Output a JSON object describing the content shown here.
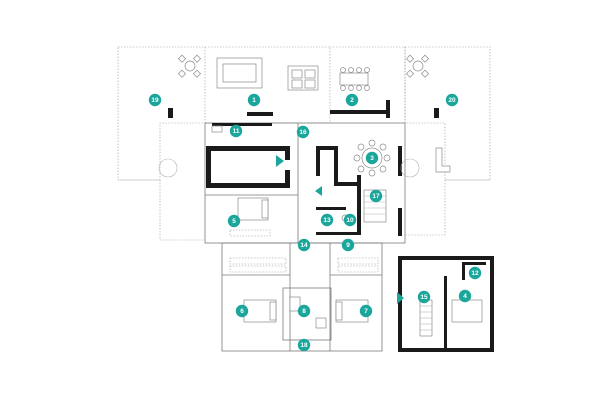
{
  "floor_plan": {
    "accent_color": "#1aa69b",
    "wall_color": "#1a1a1a",
    "room_markers": [
      {
        "id": "room-1",
        "label": "1"
      },
      {
        "id": "room-2",
        "label": "2"
      },
      {
        "id": "room-3",
        "label": "3"
      },
      {
        "id": "room-4",
        "label": "4"
      },
      {
        "id": "room-5",
        "label": "5"
      },
      {
        "id": "room-6",
        "label": "6"
      },
      {
        "id": "room-7",
        "label": "7"
      },
      {
        "id": "room-8",
        "label": "8"
      },
      {
        "id": "room-9",
        "label": "9"
      },
      {
        "id": "room-10",
        "label": "10"
      },
      {
        "id": "room-11",
        "label": "11"
      },
      {
        "id": "room-12",
        "label": "12"
      },
      {
        "id": "room-13",
        "label": "13"
      },
      {
        "id": "room-14",
        "label": "14"
      },
      {
        "id": "room-15",
        "label": "15"
      },
      {
        "id": "room-16",
        "label": "16"
      },
      {
        "id": "room-17",
        "label": "17"
      },
      {
        "id": "room-18",
        "label": "18"
      },
      {
        "id": "room-19",
        "label": "19"
      },
      {
        "id": "room-20",
        "label": "20"
      }
    ]
  }
}
